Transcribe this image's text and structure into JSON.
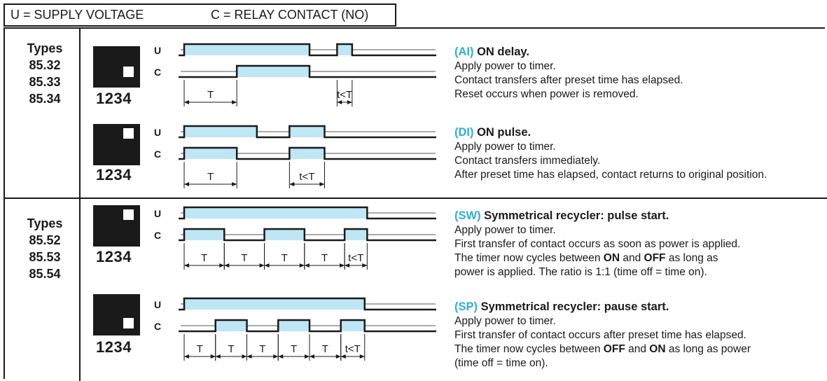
{
  "legend": {
    "u": "U = SUPPLY VOLTAGE",
    "c": "C = RELAY CONTACT (NO)"
  },
  "groups": [
    {
      "lines": [
        "Types",
        "85.32",
        "85.33",
        "85.34"
      ]
    },
    {
      "lines": [
        "Types",
        "85.52",
        "85.53",
        "85.54"
      ]
    }
  ],
  "terminal_label": "1234",
  "signal_labels": {
    "u": "U",
    "c": "C"
  },
  "colors": {
    "pulse_fill": "#bfe6f5",
    "mode_code": "#2bb0dc",
    "line": "#1a1a1a"
  },
  "functions": [
    {
      "code": "(AI)",
      "title": "ON delay.",
      "lines": [
        "Apply power to timer.",
        "Contact transfers after preset time has elapsed.",
        "Reset occurs when power is removed."
      ],
      "timing": {
        "u": [
          [
            0.0,
            0.5
          ],
          [
            0.61,
            0.67
          ]
        ],
        "c": [
          [
            0.21,
            0.5
          ]
        ]
      },
      "intervals": [
        {
          "from": 0.0,
          "to": 0.21,
          "label": "T"
        },
        {
          "from": 0.61,
          "to": 0.67,
          "label": "t<T"
        }
      ]
    },
    {
      "code": "(DI)",
      "title": "ON pulse.",
      "lines": [
        "Apply power to timer.",
        "Contact transfers immediately.",
        "After preset time has elapsed, contact returns to original position."
      ],
      "timing": {
        "u": [
          [
            0.0,
            0.29
          ],
          [
            0.42,
            0.56
          ]
        ],
        "c": [
          [
            0.0,
            0.21
          ],
          [
            0.42,
            0.56
          ]
        ]
      },
      "intervals": [
        {
          "from": 0.0,
          "to": 0.21,
          "label": "T"
        },
        {
          "from": 0.42,
          "to": 0.56,
          "label": "t<T"
        }
      ]
    },
    {
      "code": "(SW)",
      "title": "Symmetrical recycler: pulse start.",
      "lines": [
        "Apply power to timer.",
        "First transfer of contact occurs as soon as power is applied.",
        [
          {
            "t": "The timer now cycles between "
          },
          {
            "t": "ON",
            "b": true
          },
          {
            "t": " and "
          },
          {
            "t": "OFF",
            "b": true
          },
          {
            "t": " as long as"
          }
        ],
        "power is applied. The ratio is 1:1 (time off = time on)."
      ],
      "timing": {
        "u": [
          [
            0.0,
            0.73
          ]
        ],
        "c": [
          [
            0.0,
            0.16
          ],
          [
            0.32,
            0.48
          ],
          [
            0.64,
            0.73
          ]
        ]
      },
      "intervals": [
        {
          "from": 0.0,
          "to": 0.16,
          "label": "T"
        },
        {
          "from": 0.16,
          "to": 0.32,
          "label": "T"
        },
        {
          "from": 0.32,
          "to": 0.48,
          "label": "T"
        },
        {
          "from": 0.48,
          "to": 0.64,
          "label": "T"
        },
        {
          "from": 0.64,
          "to": 0.73,
          "label": "t<T"
        }
      ]
    },
    {
      "code": "(SP)",
      "title": "Symmetrical recycler: pause start.",
      "lines": [
        "Apply power to timer.",
        "First transfer of contact occurs after preset time has elapsed.",
        [
          {
            "t": "The timer now cycles between "
          },
          {
            "t": "OFF",
            "b": true
          },
          {
            "t": " and "
          },
          {
            "t": "ON",
            "b": true
          },
          {
            "t": " as long as power"
          }
        ],
        "(time off = time on)."
      ],
      "timing": {
        "u": [
          [
            0.0,
            0.72
          ]
        ],
        "c": [
          [
            0.125,
            0.25
          ],
          [
            0.375,
            0.5
          ],
          [
            0.625,
            0.72
          ]
        ]
      },
      "intervals": [
        {
          "from": 0.0,
          "to": 0.125,
          "label": "T"
        },
        {
          "from": 0.125,
          "to": 0.25,
          "label": "T"
        },
        {
          "from": 0.25,
          "to": 0.375,
          "label": "T"
        },
        {
          "from": 0.375,
          "to": 0.5,
          "label": "T"
        },
        {
          "from": 0.5,
          "to": 0.625,
          "label": "T"
        },
        {
          "from": 0.625,
          "to": 0.72,
          "label": "t<T"
        }
      ]
    }
  ]
}
